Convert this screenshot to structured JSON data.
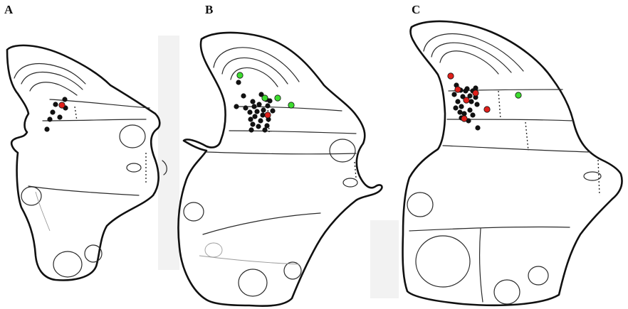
{
  "panels": [
    {
      "label": "A"
    },
    {
      "label": "B"
    },
    {
      "label": "C"
    }
  ],
  "colors": {
    "black_marker": "#111111",
    "red_marker": "#e0201b",
    "green_marker": "#3ddc2f",
    "outline": "#111111"
  },
  "markers": {
    "A": {
      "black": 7,
      "red": 1,
      "green": 0
    },
    "B": {
      "black": 25,
      "red": 1,
      "green": 4
    },
    "C": {
      "black": 22,
      "red": 6,
      "green": 1
    }
  }
}
